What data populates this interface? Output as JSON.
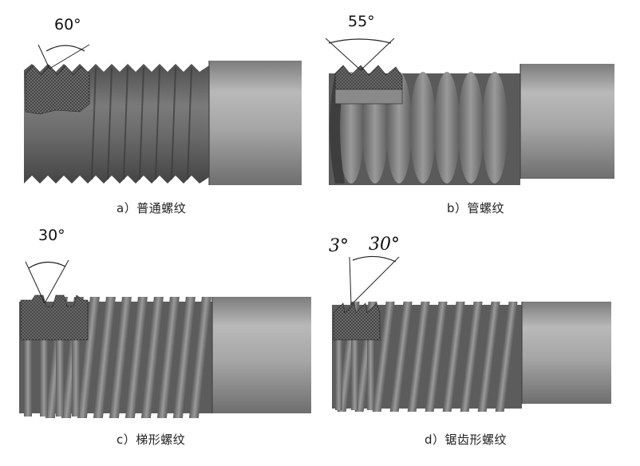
{
  "panels": [
    {
      "id": "a",
      "angle": "60°",
      "caption": "a）普通螺纹"
    },
    {
      "id": "b",
      "angle": "55°",
      "caption": "b）管螺纹"
    },
    {
      "id": "c",
      "angle": "30°",
      "caption": "c）梯形螺纹"
    },
    {
      "id": "d",
      "angle_left": "3°",
      "angle_right": "30°",
      "caption": "d）锯齿形螺纹"
    }
  ],
  "colors": {
    "thread": "#6f6f6f",
    "thread_dark": "#4a4a4a",
    "hatch": "#3c3c3c",
    "cylinder": "#9a9a9a",
    "background": "#ffffff"
  }
}
